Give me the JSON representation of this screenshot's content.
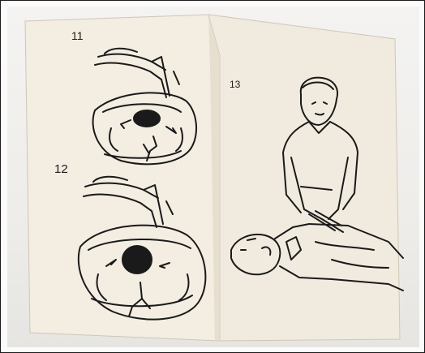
{
  "steps": [
    {
      "number": "11"
    },
    {
      "number": "12"
    },
    {
      "number": "13"
    }
  ],
  "colors": {
    "paper": "#f2ece1",
    "paper_shadow": "#ddd4c5",
    "ink": "#1a1a1a",
    "background": "#ecebe8"
  }
}
